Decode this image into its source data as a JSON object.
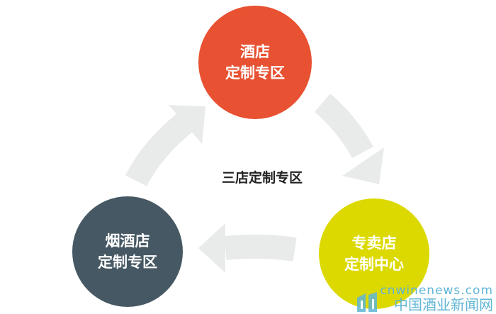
{
  "center_title": "三店定制专区",
  "nodes": [
    {
      "id": "hotel",
      "line1": "酒店",
      "line2": "定制专区",
      "color": "#e85131"
    },
    {
      "id": "specialty",
      "line1": "专卖店",
      "line2": "定制中心",
      "color": "#dcd900"
    },
    {
      "id": "tobacco",
      "line1": "烟酒店",
      "line2": "定制专区",
      "color": "#455863"
    }
  ],
  "arrow_color": "#e9ebeb",
  "watermark": {
    "en": "cnwinenews.com",
    "cn": "中国酒业新闻网"
  }
}
